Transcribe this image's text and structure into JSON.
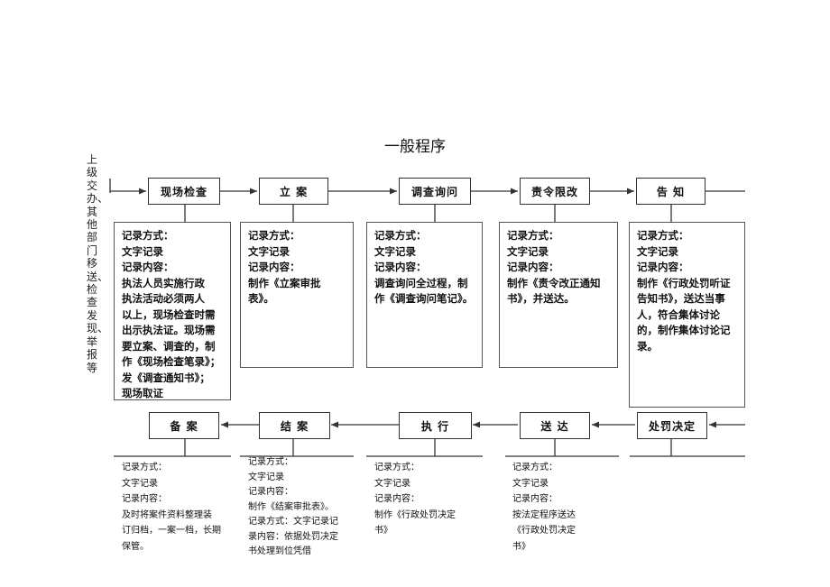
{
  "title": "一般程序",
  "source_label": "上级交办、其他部门移送、检查发现、举报等",
  "top_row": [
    {
      "label": "现场检查",
      "desc": [
        "记录方式：",
        "文字记录",
        "记录内容：",
        "执法人员实施行政",
        "执法活动必须两人",
        "以上，现场检查时需",
        "出示执法证。现场需",
        "要立案、调查的，制",
        "作《现场检查笔录》；",
        "发《调查通知书》；",
        "现场取证"
      ]
    },
    {
      "label": "立 案",
      "desc": [
        "记录方式：",
        "文字记录",
        "记录内容：",
        "制作《立案审批表》。"
      ]
    },
    {
      "label": "调查询问",
      "desc": [
        "记录方式：",
        "文字记录",
        "记录内容：",
        "调查询问全过程，制",
        "作《调查询问笔记》。"
      ]
    },
    {
      "label": "责令限改",
      "desc": [
        "记录方式：",
        "文字记录",
        "记录内容：",
        "制作《责令改正通知",
        "书》，并送达。"
      ]
    },
    {
      "label": "告 知",
      "desc": [
        "记录方式：",
        "文字记录",
        "记录内容：",
        "制作《行政处罚听证",
        "告知书》，送达当事",
        "人，符合集体讨论",
        "的，制作集体讨论记",
        "录。"
      ]
    }
  ],
  "bottom_row": [
    {
      "label": "备 案",
      "desc": [
        "记录方式：",
        "文字记录",
        "记录内容：",
        "及时将案件资料整理装",
        "订归档，一案一档，长期",
        "保管。"
      ]
    },
    {
      "label": "结 案",
      "desc": [
        "记录方式：",
        "文字记录",
        "记录内容：",
        "制作《结案审批表》。",
        "记录方式：文字记录记",
        "录内容：依据处罚决定",
        "书处理到位凭借"
      ]
    },
    {
      "label": "执 行",
      "desc": [
        "记录方式：",
        "文字记录",
        "记录内容：",
        "制作《行政处罚决定",
        "书》"
      ]
    },
    {
      "label": "送 达",
      "desc": [
        "记录方式：",
        "文字记录",
        "记录内容：",
        "按法定程序送达",
        "《行政处罚决定",
        "书》"
      ]
    },
    {
      "label": "处罚决定",
      "desc": []
    }
  ]
}
